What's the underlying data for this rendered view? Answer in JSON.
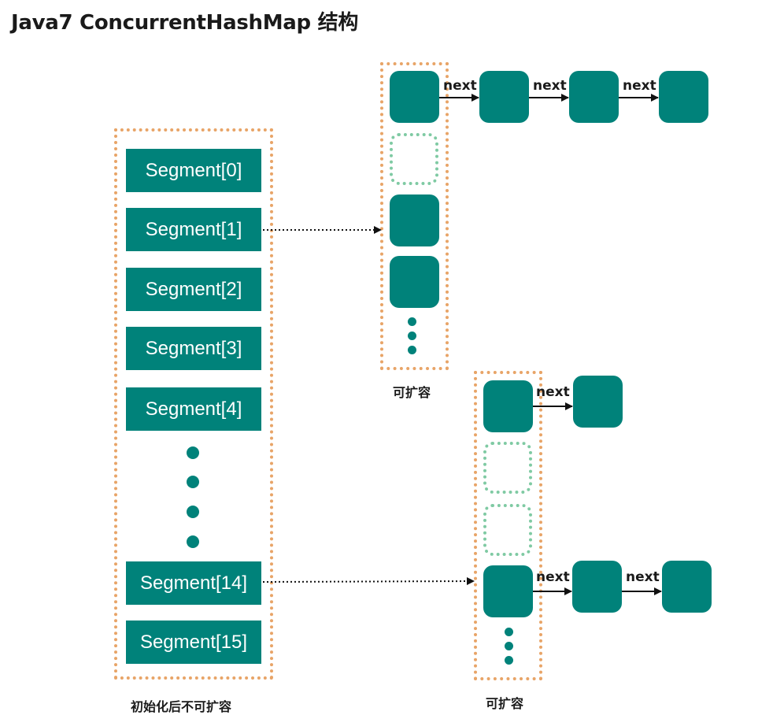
{
  "title": "Java7 ConcurrentHashMap 结构",
  "segments": {
    "labels": [
      "Segment[0]",
      "Segment[1]",
      "Segment[2]",
      "Segment[3]",
      "Segment[4]",
      "Segment[14]",
      "Segment[15]"
    ],
    "caption": "初始化后不可扩容"
  },
  "table_upper": {
    "caption": "可扩容",
    "link_label": "next"
  },
  "table_lower": {
    "caption": "可扩容",
    "link_label": "next"
  },
  "colors": {
    "node": "#00827a",
    "frame": "#e8a467",
    "empty_slot": "#7fcaa3",
    "text": "#1a1a1a"
  }
}
